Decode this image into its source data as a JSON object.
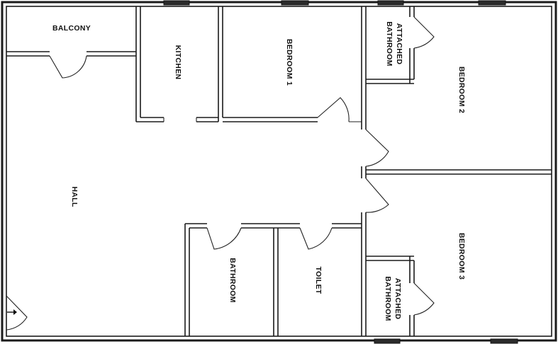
{
  "plan": {
    "rooms": {
      "balcony": "BALCONY",
      "kitchen": "KITCHEN",
      "bedroom1": "BEDROOM 1",
      "bedroom2": "BEDROOM 2",
      "attached_bath_top_line1": "ATTACHED",
      "attached_bath_top_line2": "BATHROOM",
      "hall": "HALL",
      "bathroom": "BATHROOM",
      "toilet": "TOILET",
      "attached_bath_bottom_line1": "ATTACHED",
      "attached_bath_bottom_line2": "BATHROOM",
      "bedroom3": "BEDROOM 3"
    },
    "entry_arrow": "→"
  }
}
